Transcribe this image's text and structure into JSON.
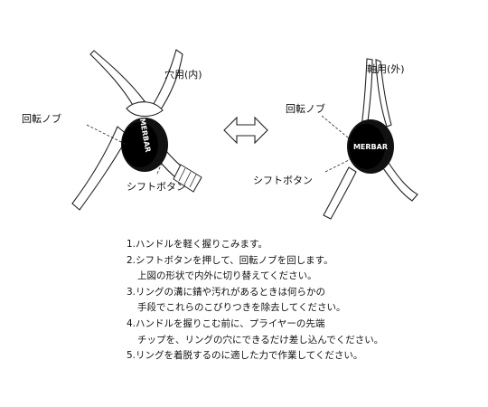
{
  "diagram": {
    "left_tool": {
      "title": "穴用(内)",
      "knob_label": "回転ノブ",
      "button_label": "シフトボタン",
      "logo_text": "MERBAR"
    },
    "right_tool": {
      "title": "軸用(外)",
      "knob_label": "回転ノブ",
      "button_label": "シフトボタン",
      "logo_text": "MERBAR"
    },
    "arrow": "double-headed-arrow"
  },
  "instructions": [
    "1.ハンドルを軽く握りこみます。",
    "2.シフトボタンを押して、回転ノブを回します。",
    "上図の形状で内外に切り替えてください。",
    "3.リングの溝に錆や汚れがあるときは何らかの",
    "手段でこれらのこびりつきを除去してください。",
    "4.ハンドルを握りこむ前に、プライヤーの先端",
    "チップを、リングの穴にできるだけ差し込んでください。",
    "5.リングを着脱するのに適した力で作業してください。"
  ]
}
